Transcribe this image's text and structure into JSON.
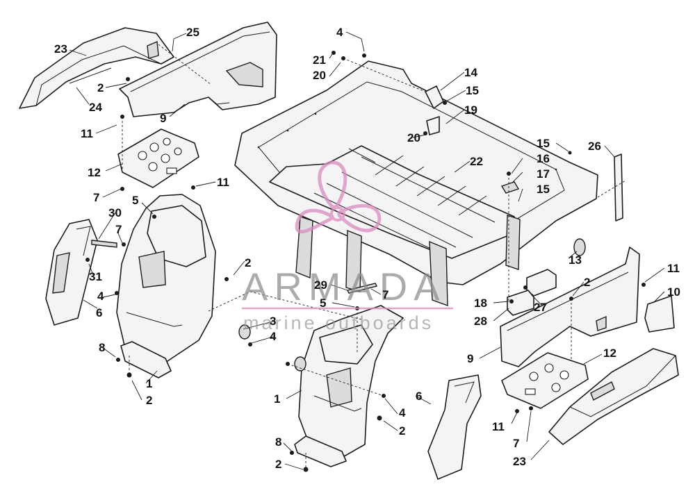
{
  "watermark": {
    "brand": "ARMADA",
    "tagline": "marine outboards",
    "accent_color": "#d98bbf",
    "text_color": "#8a8a8a"
  },
  "callouts": [
    {
      "id": "c-23-left",
      "label": "23"
    },
    {
      "id": "c-25",
      "label": "25"
    },
    {
      "id": "c-2-top",
      "label": "2"
    },
    {
      "id": "c-24",
      "label": "24"
    },
    {
      "id": "c-9-left",
      "label": "9"
    },
    {
      "id": "c-11-top",
      "label": "11"
    },
    {
      "id": "c-12-left",
      "label": "12"
    },
    {
      "id": "c-7-left",
      "label": "7"
    },
    {
      "id": "c-11-mid",
      "label": "11"
    },
    {
      "id": "c-5-left",
      "label": "5"
    },
    {
      "id": "c-30",
      "label": "30"
    },
    {
      "id": "c-7-mid",
      "label": "7"
    },
    {
      "id": "c-31",
      "label": "31"
    },
    {
      "id": "c-4-left",
      "label": "4"
    },
    {
      "id": "c-6-left",
      "label": "6"
    },
    {
      "id": "c-2-mid",
      "label": "2"
    },
    {
      "id": "c-8-left",
      "label": "8"
    },
    {
      "id": "c-1-left",
      "label": "1"
    },
    {
      "id": "c-2-bot-left",
      "label": "2"
    },
    {
      "id": "c-4-top",
      "label": "4"
    },
    {
      "id": "c-21",
      "label": "21"
    },
    {
      "id": "c-20-top",
      "label": "20"
    },
    {
      "id": "c-14",
      "label": "14"
    },
    {
      "id": "c-15-top",
      "label": "15"
    },
    {
      "id": "c-19",
      "label": "19"
    },
    {
      "id": "c-20-mid",
      "label": "20"
    },
    {
      "id": "c-22",
      "label": "22"
    },
    {
      "id": "c-15-right",
      "label": "15"
    },
    {
      "id": "c-16",
      "label": "16"
    },
    {
      "id": "c-17",
      "label": "17"
    },
    {
      "id": "c-15-mid",
      "label": "15"
    },
    {
      "id": "c-26",
      "label": "26"
    },
    {
      "id": "c-13",
      "label": "13"
    },
    {
      "id": "c-11-right",
      "label": "11"
    },
    {
      "id": "c-10",
      "label": "10"
    },
    {
      "id": "c-29",
      "label": "29"
    },
    {
      "id": "c-7-center",
      "label": "7"
    },
    {
      "id": "c-5-center",
      "label": "5"
    },
    {
      "id": "c-2-center",
      "label": "2"
    },
    {
      "id": "c-18",
      "label": "18"
    },
    {
      "id": "c-27",
      "label": "27"
    },
    {
      "id": "c-28",
      "label": "28"
    },
    {
      "id": "c-3",
      "label": "3"
    },
    {
      "id": "c-4-center",
      "label": "4"
    },
    {
      "id": "c-9-right",
      "label": "9"
    },
    {
      "id": "c-12-right",
      "label": "12"
    },
    {
      "id": "c-1-center",
      "label": "1"
    },
    {
      "id": "c-6-center",
      "label": "6"
    },
    {
      "id": "c-4-low",
      "label": "4"
    },
    {
      "id": "c-2-low",
      "label": "2"
    },
    {
      "id": "c-8-center",
      "label": "8"
    },
    {
      "id": "c-2-bot-center",
      "label": "2"
    },
    {
      "id": "c-11-low",
      "label": "11"
    },
    {
      "id": "c-7-low",
      "label": "7"
    },
    {
      "id": "c-23-right",
      "label": "23"
    }
  ]
}
